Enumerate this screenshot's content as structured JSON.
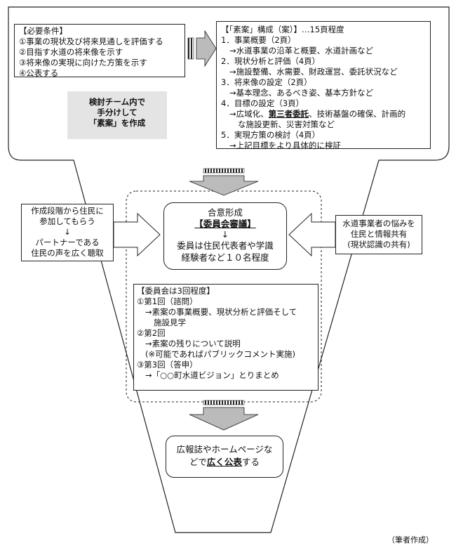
{
  "requirements": {
    "title": "【必要条件】",
    "items": [
      "①事業の現状及び将来見通しを評価する",
      "②目指す水道の将来像を示す",
      "③将来像の実現に向けた方策を示す",
      "④公表する"
    ]
  },
  "team_note": [
    "検討チーム内で",
    "手分けして",
    "「素案」を作成"
  ],
  "draft": {
    "title": "【「素案」構成（案）】…15頁程度",
    "lines": [
      {
        "text": "1．事業概要（2頁）",
        "indent": 0
      },
      {
        "text": "→水道事業の沿革と概要、水道計画など",
        "indent": 1
      },
      {
        "text": "2．現状分析と評価（4頁）",
        "indent": 0
      },
      {
        "text": "→施設整備、水需要、財政運営、委託状況など",
        "indent": 1
      },
      {
        "text": "3．将来像の設定（2頁）",
        "indent": 0
      },
      {
        "text": "→基本理念、あるべき姿、基本方針など",
        "indent": 1
      },
      {
        "text": "4．目標の設定（3頁）",
        "indent": 0
      },
      {
        "text": "→広域化、第三者委託、技術基盤の確保、計画的",
        "indent": 1
      },
      {
        "text": "な施設更新、災害対策など",
        "indent": 2
      },
      {
        "text": "5．実現方策の検討（4頁）",
        "indent": 0
      },
      {
        "text": "→上記目標をより具体的に検証",
        "indent": 1
      }
    ],
    "highlight_pre": "→広域化、",
    "highlight_word": "第三者委託",
    "highlight_post": "、技術基盤の確保、計画的"
  },
  "left_note": [
    "作成段階から住民に",
    "参加してもらう",
    "↓",
    "パートナーである",
    "住民の声を広く聴取"
  ],
  "right_note": [
    "水道事業者の悩みを",
    "住民と情報共有",
    "(現状認識の共有)"
  ],
  "consensus": {
    "title": "合意形成",
    "highlight": "【委員会審議】",
    "arrow": "↓",
    "body": [
      "委員は住民代表者や学識",
      "経験者など１０名程度"
    ]
  },
  "meetings": {
    "title": "【委員会は3回程度】",
    "lines": [
      {
        "text": "①第1回（諮問）",
        "indent": 0
      },
      {
        "text": "→素案の事業概要、現状分析と評価そして",
        "indent": 1
      },
      {
        "text": "施設見学",
        "indent": 2
      },
      {
        "text": "②第2回",
        "indent": 0
      },
      {
        "text": "→素案の残りについて説明",
        "indent": 1
      },
      {
        "text": "(※可能であればパブリックコメント実施)",
        "indent": 1
      },
      {
        "text": "③第3回（答申）",
        "indent": 0
      },
      {
        "text": "→「○○町水道ビジョン」とりまとめ",
        "indent": 1
      }
    ]
  },
  "publish": {
    "line1": "広報誌やホームページな",
    "line2_pre": "どで",
    "line2_bold": "広く公表",
    "line2_post": "する"
  },
  "source": "（筆者作成）"
}
